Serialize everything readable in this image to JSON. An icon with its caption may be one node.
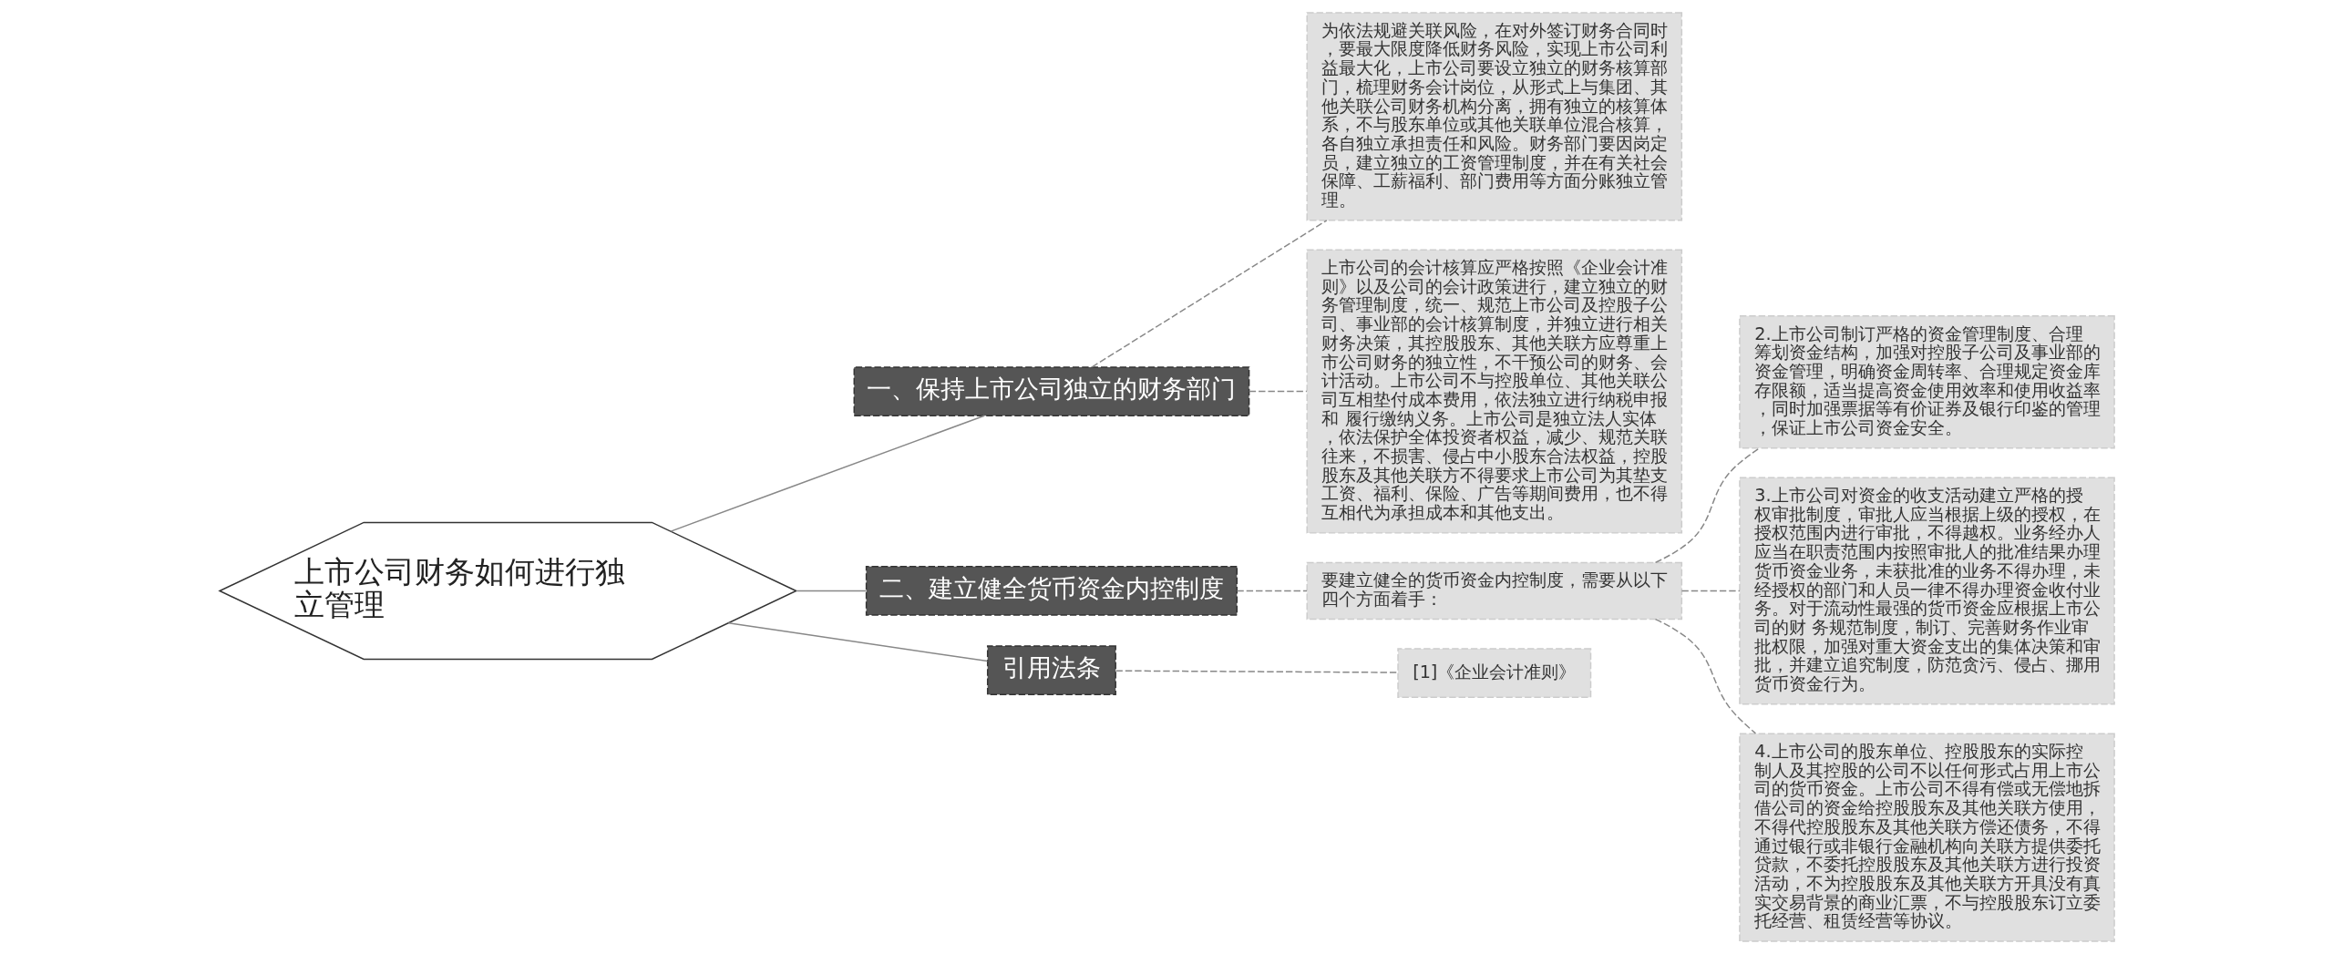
{
  "diagram": {
    "nodes": [
      {
        "text": [
          "上市公司财务如何进行独立管理"
        ]
      },
      {
        "text": [
          "一、保持上市公司独立的财务部门"
        ]
      },
      {
        "text": [
          "为依法规避关联风险，在对外签订财务合同时，要最大限度降低财务风险，实现上市公司利益最大化，上市公司要设立独立的财务核算部门，梳理财务会计岗位，从形式上与集团、其他关联公司财务机构分离，拥有独立的核算体系，不与股东单位或其他关联单位混合核算，各自独立承担责任和风险。财务部门要因岗定员，建立独立的工资管理制度，并在有关社会保障、工薪福利、部门费用等方面分账独立管理。"
        ]
      },
      {
        "text": [
          "上市公司的会计核算应严格按照《企业会计准则》以及公司的会计政策进行，建立独立的财务管理制度，统一、规范上市公司及控股子公司、事业部的会计核算制度，并独立进行相关财务决策，其控股股东、其他关联方应尊重上市公司财务的独立性，不干预公司的财务、会计活动。上市公司不与控股单位、其他关联公司互相垫付成本费用，依法独立进行纳税申报和 履行缴纳义务。上市公司是独立法人实体，依法保护全体投资者权益，减少、规范关联往来，不损害、侵占中小股东合法权益，控股股东及其他关联方不得要求上市公司为其垫支工资、福利、保险、广告等期间费用，也不得互相代为承担成本和其他支出。"
        ]
      },
      {
        "text": [
          "二、建立健全货币资金内控制度"
        ]
      },
      {
        "text": [
          "要建立健全的货币资金内控制度，需要从以下四个方面着手："
        ]
      },
      {
        "text": [
          "2.上市公司制订严格的资金管理制度、合理筹划资金结构，加强对控股子公司及事业部的资金管理，明确资金周转率、合理规定资金库存限额，适当提高资金使用效率和使用收益率，同时加强票据等有价证券及银行印鉴的管理，保证上市公司资金安全。"
        ]
      },
      {
        "text": [
          "3.上市公司对资金的收支活动建立严格的授权审批制度，审批人应当根据上级的授权，在授权范围内进行审批，不得越权。业务经办人应当在职责范围内按照审批人的批准结果办理货币资金业务，未获批准的业务不得办理，未经授权的部门和人员一律不得办理资金收付业务。对于流动性最强的货币资金应根据上市公司的财 务规范制度，制订、完善财务作业审批权限，加强对重大资金支出的集体决策和审批，并建立追究制度，防范贪污、侵占、挪用货币资金行为。"
        ]
      },
      {
        "text": [
          "4.上市公司的股东单位、控股股东的实际控制人及其控股的公司不以任何形式占用上市公司的货币资金。上市公司不得有偿或无偿地拆借公司的资金给控股股东及其他关联方使用，不得代控股股东及其他关联方偿还债务，不得通过银行或非银行金融机构向关联方提供委托贷款，不委托控股股东及其他关联方进行投资活动，不为控股股东及其他关联方开具没有真实交易背景的商业汇票，不与控股股东订立委托经营、租赁经营等协议。"
        ]
      },
      {
        "text": [
          "引用法条"
        ]
      },
      {
        "text": [
          "[1]《企业会计准则》"
        ]
      }
    ],
    "edges": [
      {
        "from": 0,
        "to": 1,
        "arrow": "none"
      },
      {
        "from": 1,
        "to": 2,
        "arrow": "none",
        "style": "dashed"
      },
      {
        "from": 1,
        "to": 3,
        "arrow": "none",
        "style": "dashed"
      },
      {
        "from": 0,
        "to": 4,
        "arrow": "none"
      },
      {
        "from": 4,
        "to": 5,
        "arrow": "none",
        "style": "dashed"
      },
      {
        "from": 5,
        "to": 6,
        "arrow": "none",
        "style": "dashed"
      },
      {
        "from": 5,
        "to": 7,
        "arrow": "none",
        "style": "dashed"
      },
      {
        "from": 5,
        "to": 8,
        "arrow": "none",
        "style": "dashed"
      },
      {
        "from": 0,
        "to": 9,
        "arrow": "none"
      },
      {
        "from": 9,
        "to": 10,
        "arrow": "none",
        "style": "dashed"
      }
    ]
  }
}
